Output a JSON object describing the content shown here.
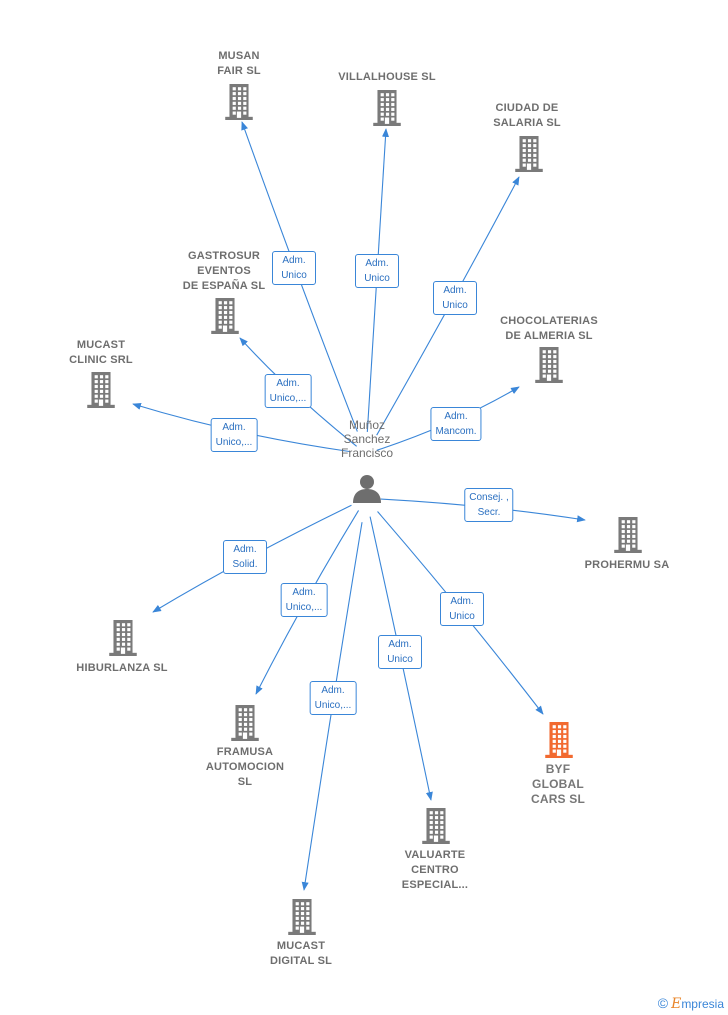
{
  "colors": {
    "edge": "#3a86d8",
    "building": "#7a7a7a",
    "highlight": "#f26a30",
    "person": "#6e6e6e"
  },
  "center": {
    "name": "Muñoz\nSanchez\nFrancisco",
    "icon": "person-icon"
  },
  "companies": [
    {
      "id": "musan",
      "name": "MUSAN\nFAIR SL"
    },
    {
      "id": "villalhouse",
      "name": "VILLALHOUSE SL"
    },
    {
      "id": "ciudad",
      "name": "CIUDAD DE\nSALARIA SL"
    },
    {
      "id": "gastrosur",
      "name": "GASTROSUR\nEVENTOS\nDE ESPAÑA  SL"
    },
    {
      "id": "chocolaterias",
      "name": "CHOCOLATERIAS\nDE ALMERIA SL"
    },
    {
      "id": "mucast_clinic",
      "name": "MUCAST\nCLINIC SRL"
    },
    {
      "id": "prohermu",
      "name": "PROHERMU SA"
    },
    {
      "id": "hiburlanza",
      "name": "HIBURLANZA SL"
    },
    {
      "id": "framusa",
      "name": "FRAMUSA\nAUTOMOCION\nSL"
    },
    {
      "id": "byf",
      "name": "BYF\nGLOBAL\nCARS  SL",
      "highlight": true
    },
    {
      "id": "valuarte",
      "name": "VALUARTE\nCENTRO\nESPECIAL..."
    },
    {
      "id": "mucast_digital",
      "name": "MUCAST\nDIGITAL  SL"
    }
  ],
  "relations": [
    {
      "to": "musan",
      "label": "Adm.\nUnico"
    },
    {
      "to": "villalhouse",
      "label": "Adm.\nUnico"
    },
    {
      "to": "ciudad",
      "label": "Adm.\nUnico"
    },
    {
      "to": "gastrosur",
      "label": "Adm.\nUnico,..."
    },
    {
      "to": "chocolaterias",
      "label": "Adm.\nMancom."
    },
    {
      "to": "mucast_clinic",
      "label": "Adm.\nUnico,..."
    },
    {
      "to": "prohermu",
      "label": "Consej. ,\nSecr."
    },
    {
      "to": "hiburlanza",
      "label": "Adm.\nSolid."
    },
    {
      "to": "framusa",
      "label": "Adm.\nUnico,..."
    },
    {
      "to": "byf",
      "label": "Adm.\nUnico"
    },
    {
      "to": "valuarte",
      "label": "Adm.\nUnico"
    },
    {
      "to": "mucast_digital",
      "label": "Adm.\nUnico,..."
    }
  ],
  "brand": {
    "copyright": "©",
    "name": "mpresia",
    "initial": "E"
  }
}
